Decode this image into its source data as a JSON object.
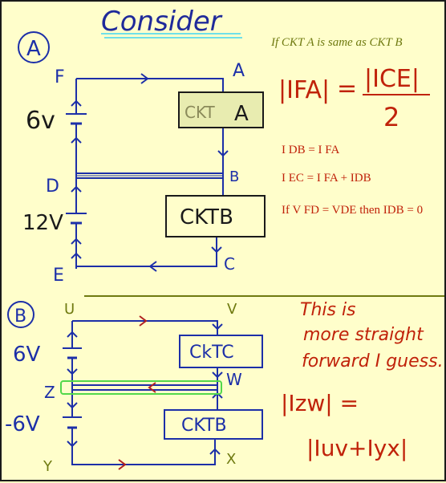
{
  "title": "Consider",
  "colors": {
    "background": "#fffecb",
    "circuit_blue": "#1c2fa8",
    "arrow_red": "#b02020",
    "note_olive": "#6f7a10",
    "note_red": "#c0220a",
    "highlight_green": "#52d84a",
    "box_fill": "#e8ecb0",
    "title_blue": "#1f2a9a"
  },
  "circuit_a": {
    "badge": "A",
    "nodes": {
      "f": "F",
      "a": "A",
      "d": "D",
      "b": "B",
      "e": "E",
      "c": "C"
    },
    "battery_top_label": "6v",
    "battery_bottom_label": "12V",
    "box_top": {
      "text": "CKT",
      "letter": "A"
    },
    "box_bottom": {
      "text": "CKTB"
    }
  },
  "circuit_b": {
    "badge": "B",
    "nodes": {
      "u": "U",
      "v": "V",
      "z": "Z",
      "w": "W",
      "y": "Y",
      "x": "X"
    },
    "battery_top_label": "6V",
    "battery_bottom_label": "-6V",
    "box_top": {
      "text": "CkTC"
    },
    "box_bottom": {
      "text": "CKTB"
    }
  },
  "notes_a": {
    "condition": "If CKT A is same as CKT B",
    "eq_lhs": "|IFA|",
    "eq_equals": "=",
    "eq_numerator": "|ICE|",
    "eq_denominator": "2",
    "eq1": "I DB = I FA",
    "eq2": "I EC = I FA  +  IDB",
    "eq3": "If  V FD = VDE then IDB = 0"
  },
  "notes_b": {
    "line1": "This is",
    "line2": "more straight",
    "line3": "forward I guess.",
    "eq_lhs": "|Izw| =",
    "eq_rhs": "|Iuv+Iyx|"
  }
}
